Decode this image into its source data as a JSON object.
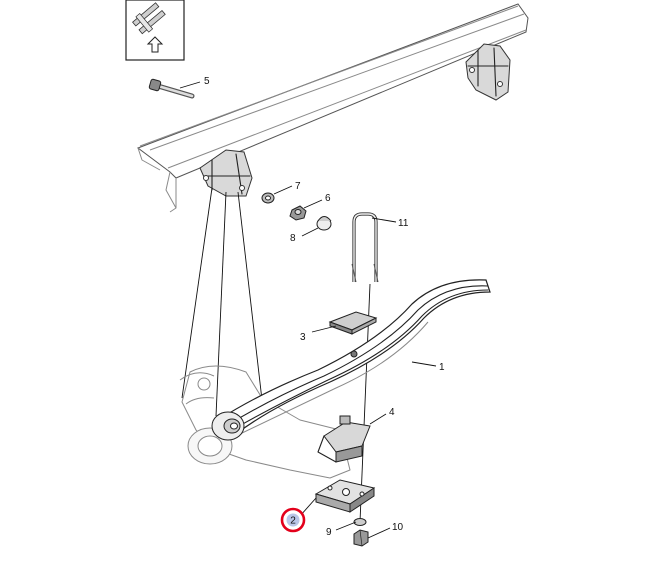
{
  "callouts": {
    "c1": "1",
    "c2": "2",
    "c3": "3",
    "c4": "4",
    "c5": "5",
    "c6": "6",
    "c7": "7",
    "c8": "8",
    "c9": "9",
    "c10": "10",
    "c11": "11"
  },
  "highlight": {
    "color": "#e3001b",
    "part": "2"
  },
  "icons": {
    "view_orientation": "vehicle-orientation-icon"
  }
}
